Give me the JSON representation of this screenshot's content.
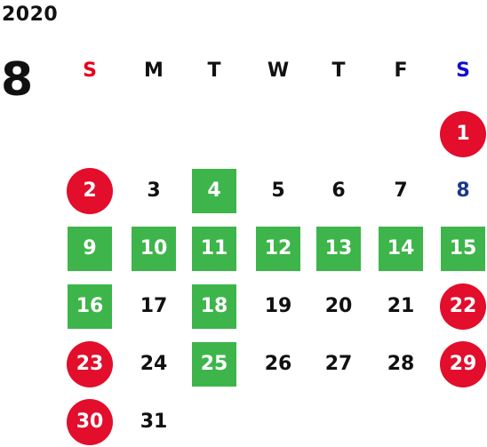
{
  "calendar": {
    "year": "2020",
    "month": "8",
    "weekdays": [
      {
        "label": "S",
        "color": "#e8001c"
      },
      {
        "label": "M",
        "color": "#111111"
      },
      {
        "label": "T",
        "color": "#111111"
      },
      {
        "label": "W",
        "color": "#111111"
      },
      {
        "label": "T",
        "color": "#111111"
      },
      {
        "label": "F",
        "color": "#111111"
      },
      {
        "label": "S",
        "color": "#1010d0"
      }
    ],
    "colors": {
      "holiday_circle": "#e30d2c",
      "green_box": "#3db54a",
      "saturday_text": "#1a3a8a",
      "default_text": "#111111"
    },
    "days": [
      {
        "day": "1",
        "week": 0,
        "weekday": 6,
        "style": "holiday"
      },
      {
        "day": "2",
        "week": 1,
        "weekday": 0,
        "style": "holiday"
      },
      {
        "day": "3",
        "week": 1,
        "weekday": 1,
        "style": "plain"
      },
      {
        "day": "4",
        "week": 1,
        "weekday": 2,
        "style": "green"
      },
      {
        "day": "5",
        "week": 1,
        "weekday": 3,
        "style": "plain"
      },
      {
        "day": "6",
        "week": 1,
        "weekday": 4,
        "style": "plain"
      },
      {
        "day": "7",
        "week": 1,
        "weekday": 5,
        "style": "plain"
      },
      {
        "day": "8",
        "week": 1,
        "weekday": 6,
        "style": "saturday"
      },
      {
        "day": "9",
        "week": 2,
        "weekday": 0,
        "style": "green"
      },
      {
        "day": "10",
        "week": 2,
        "weekday": 1,
        "style": "green"
      },
      {
        "day": "11",
        "week": 2,
        "weekday": 2,
        "style": "green"
      },
      {
        "day": "12",
        "week": 2,
        "weekday": 3,
        "style": "green"
      },
      {
        "day": "13",
        "week": 2,
        "weekday": 4,
        "style": "green"
      },
      {
        "day": "14",
        "week": 2,
        "weekday": 5,
        "style": "green"
      },
      {
        "day": "15",
        "week": 2,
        "weekday": 6,
        "style": "green"
      },
      {
        "day": "16",
        "week": 3,
        "weekday": 0,
        "style": "green"
      },
      {
        "day": "17",
        "week": 3,
        "weekday": 1,
        "style": "plain"
      },
      {
        "day": "18",
        "week": 3,
        "weekday": 2,
        "style": "green"
      },
      {
        "day": "19",
        "week": 3,
        "weekday": 3,
        "style": "plain"
      },
      {
        "day": "20",
        "week": 3,
        "weekday": 4,
        "style": "plain"
      },
      {
        "day": "21",
        "week": 3,
        "weekday": 5,
        "style": "plain"
      },
      {
        "day": "22",
        "week": 3,
        "weekday": 6,
        "style": "holiday"
      },
      {
        "day": "23",
        "week": 4,
        "weekday": 0,
        "style": "holiday"
      },
      {
        "day": "24",
        "week": 4,
        "weekday": 1,
        "style": "plain"
      },
      {
        "day": "25",
        "week": 4,
        "weekday": 2,
        "style": "green"
      },
      {
        "day": "26",
        "week": 4,
        "weekday": 3,
        "style": "plain"
      },
      {
        "day": "27",
        "week": 4,
        "weekday": 4,
        "style": "plain"
      },
      {
        "day": "28",
        "week": 4,
        "weekday": 5,
        "style": "plain"
      },
      {
        "day": "29",
        "week": 4,
        "weekday": 6,
        "style": "holiday"
      },
      {
        "day": "30",
        "week": 5,
        "weekday": 0,
        "style": "holiday"
      },
      {
        "day": "31",
        "week": 5,
        "weekday": 1,
        "style": "plain"
      }
    ]
  }
}
